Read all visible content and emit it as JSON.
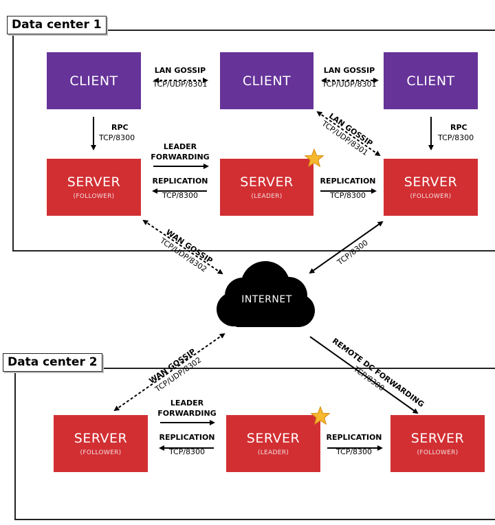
{
  "datacenters": {
    "dc1": {
      "label": "Data center 1"
    },
    "dc2": {
      "label": "Data center 2"
    }
  },
  "nodes": {
    "dc1_client_left": {
      "main": "CLIENT"
    },
    "dc1_client_mid": {
      "main": "CLIENT"
    },
    "dc1_client_right": {
      "main": "CLIENT"
    },
    "dc1_server_left": {
      "main": "SERVER",
      "sub": "(FOLLOWER)"
    },
    "dc1_server_mid": {
      "main": "SERVER",
      "sub": "(LEADER)"
    },
    "dc1_server_right": {
      "main": "SERVER",
      "sub": "(FOLLOWER)"
    },
    "dc2_server_left": {
      "main": "SERVER",
      "sub": "(FOLLOWER)"
    },
    "dc2_server_mid": {
      "main": "SERVER",
      "sub": "(LEADER)"
    },
    "dc2_server_right": {
      "main": "SERVER",
      "sub": "(FOLLOWER)"
    }
  },
  "internet": {
    "label": "INTERNET"
  },
  "links": {
    "lan_gossip_1": {
      "title": "LAN GOSSIP",
      "port": "TCP/UDP/8301"
    },
    "lan_gossip_2": {
      "title": "LAN GOSSIP",
      "port": "TCP/UDP/8301"
    },
    "lan_gossip_diag": {
      "title": "LAN GOSSIP",
      "port": "TCP/UDP/8301"
    },
    "rpc_left": {
      "title": "RPC",
      "port": "TCP/8300"
    },
    "rpc_right": {
      "title": "RPC",
      "port": "TCP/8300"
    },
    "dc1_leader_fwd": {
      "line1": "LEADER",
      "line2": "FORWARDING"
    },
    "dc1_repl_left": {
      "title": "REPLICATION",
      "port": "TCP/8300"
    },
    "dc1_repl_right": {
      "title": "REPLICATION",
      "port": "TCP/8300"
    },
    "wan_gossip_dc1": {
      "title": "WAN GOSSIP",
      "port": "TCP/UDP/8302"
    },
    "internet_dc1": {
      "port": "TCP/8300"
    },
    "wan_gossip_dc2": {
      "title": "WAN GOSSIP",
      "port": "TCP/UDP/8302"
    },
    "remote_dc_fwd": {
      "title": "REMOTE DC FORWARDING",
      "port": "TCP/8300"
    },
    "dc2_leader_fwd": {
      "line1": "LEADER",
      "line2": "FORWARDING"
    },
    "dc2_repl_left": {
      "title": "REPLICATION",
      "port": "TCP/8300"
    },
    "dc2_repl_right": {
      "title": "REPLICATION",
      "port": "TCP/8300"
    }
  },
  "colors": {
    "client": "#663399",
    "server": "#d22f33",
    "leader_star": "#f5b82e",
    "internet_cloud": "#000000"
  },
  "icons": {
    "leader_marker": "star-icon",
    "internet": "cloud-icon"
  }
}
